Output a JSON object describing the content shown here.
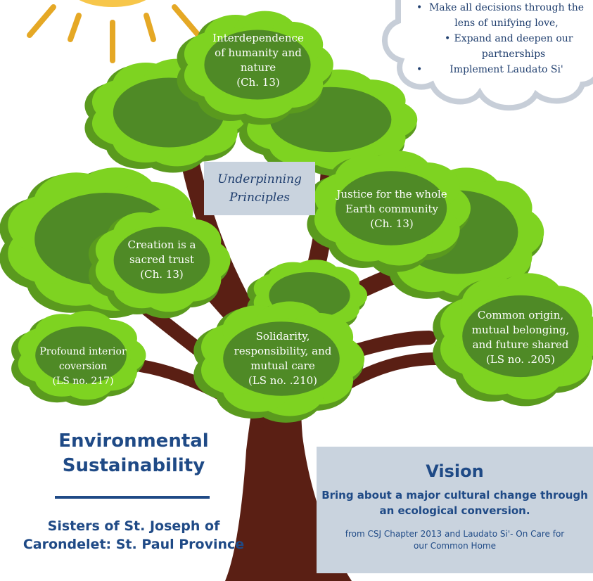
{
  "cloud": {
    "items": [
      "Make all decisions through the lens of unifying love,",
      "Expand and deepen our partnerships",
      "Implement Laudato Si'"
    ]
  },
  "principles_label": {
    "line1": "Underpinning",
    "line2": "Principles"
  },
  "canopies": {
    "interdependence": [
      "Interdependence",
      "of humanity and",
      "nature",
      "(Ch. 13)"
    ],
    "justice": [
      "Justice for the whole",
      "Earth community",
      "(Ch. 13)"
    ],
    "creation": [
      "Creation is a",
      "sacred trust",
      "(Ch. 13)"
    ],
    "common_origin": [
      "Common origin,",
      "mutual belonging,",
      "and future shared",
      "(LS no. .205)"
    ],
    "solidarity": [
      "Solidarity,",
      "responsibility, and",
      "mutual care",
      "(LS no. .210)"
    ],
    "interior": [
      "Profound interior",
      "coversion",
      "(LS no. 217)"
    ]
  },
  "title": {
    "line1": "Environmental",
    "line2": "Sustainability"
  },
  "subtitle": {
    "line1": "Sisters of St. Joseph of",
    "line2": "Carondelet: St. Paul Province"
  },
  "vision": {
    "heading": "Vision",
    "statement": "Bring about a major cultural change through an ecological conversion.",
    "source": "from CSJ Chapter 2013 and Laudato Si'- On Care for our Common Home"
  },
  "colors": {
    "leaf_dark": "#5a9a1e",
    "leaf_light": "#7ed321",
    "leaf_inner": "#4f8a26",
    "trunk": "#5a1f14",
    "sun": "#f7c64a",
    "navy": "#1f4a86",
    "panel": "#c9d3de"
  }
}
